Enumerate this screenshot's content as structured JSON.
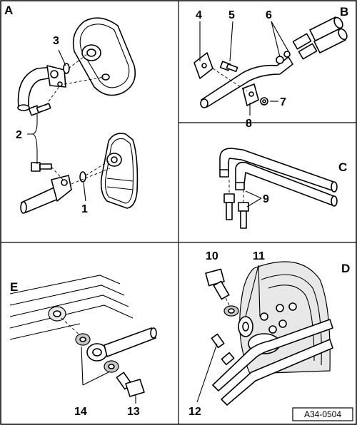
{
  "sections": {
    "a": "A",
    "b": "B",
    "c": "C",
    "d": "D",
    "e": "E"
  },
  "callouts": {
    "n1": "1",
    "n2": "2",
    "n3": "3",
    "n4": "4",
    "n5": "5",
    "n6": "6",
    "n7": "7",
    "n8": "8",
    "n9": "9",
    "n10": "10",
    "n11": "11",
    "n12": "12",
    "n13": "13",
    "n14": "14"
  },
  "figure_ref": "A34-0504"
}
